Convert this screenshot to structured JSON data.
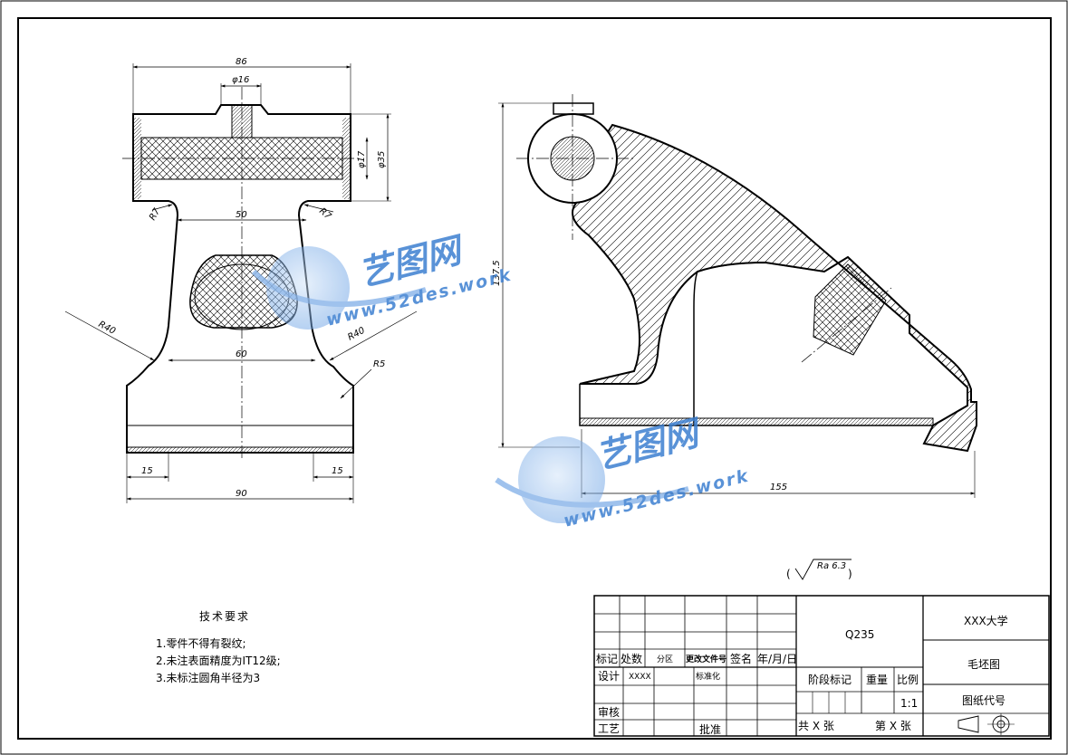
{
  "dimensions": {
    "top_width": "86",
    "boss_dia": "φ16",
    "bore_inner": "φ17",
    "bore_outer": "φ35",
    "fillet_left": "R7",
    "fillet_right": "R7",
    "neck_width": "50",
    "radius_left": "R40",
    "radius_right": "R40",
    "radius_base": "R5",
    "waist_width": "60",
    "foot_left": "15",
    "foot_right": "15",
    "base_width": "90",
    "side_height": "137.5",
    "side_length": "155"
  },
  "surface_roughness": {
    "symbol": "Ra 6.3"
  },
  "tech_requirements": {
    "title": "技术要求",
    "items": [
      "1.零件不得有裂纹;",
      "2.未注表面精度为IT12级;",
      "3.未标注圆角半径为3"
    ]
  },
  "title_block": {
    "material": "Q235",
    "university": "XXX大学",
    "drawing_name": "毛坯图",
    "drawing_code_label": "图纸代号",
    "stage_mark": "阶段标记",
    "weight": "重量",
    "scale": "比例",
    "scale_value": "1:1",
    "sheets_total": "共 X 张",
    "sheet_no": "第 X 张",
    "col_mark": "标记",
    "col_count": "处数",
    "col_zone": "分区",
    "col_doc": "更改文件号",
    "col_sign": "签名",
    "col_date": "年/月/日",
    "design": "设计",
    "designer": "XXXX",
    "standardize": "标准化",
    "review": "审核",
    "process": "工艺",
    "approve": "批准"
  },
  "watermarks": [
    {
      "cn": "艺图网",
      "en": "www.52des.work"
    },
    {
      "cn": "艺图网",
      "en": "www.52des.work"
    }
  ],
  "colors": {
    "line": "#000000",
    "watermark": "#3d7fd1",
    "watermark_light": "#8fb8ea"
  }
}
